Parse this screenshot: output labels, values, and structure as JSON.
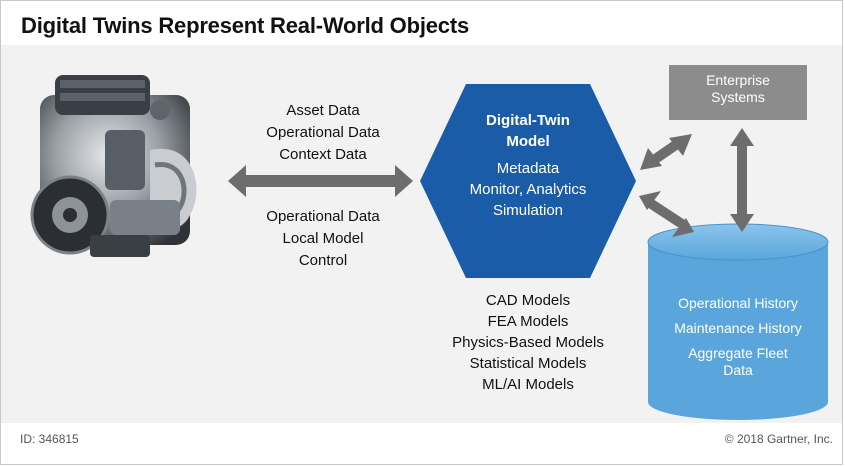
{
  "title": "Digital Twins Represent Real-World Objects",
  "asset_labels": [
    "Asset Data",
    "Operational Data",
    "Context Data"
  ],
  "control_labels": [
    "Operational Data",
    "Local Model",
    "Control"
  ],
  "digital_twin": {
    "title": [
      "Digital-Twin",
      "Model"
    ],
    "lines": [
      "Metadata",
      "Monitor, Analytics",
      "Simulation"
    ]
  },
  "model_types": [
    "CAD Models",
    "FEA Models",
    "Physics-Based Models",
    "Statistical Models",
    "ML/AI Models"
  ],
  "enterprise": [
    "Enterprise",
    "Systems"
  ],
  "database": {
    "lines": [
      "Operational History",
      "Maintenance History"
    ],
    "aggregate": "Aggregate Fleet Data"
  },
  "footer": {
    "id": "ID: 346815",
    "copyright": "© 2018 Gartner, Inc."
  },
  "colors": {
    "hexagon": "#1a5ca8",
    "enterprise_box": "#8c8c8c",
    "database": "#5aa6dc",
    "arrow": "#6d6d6d",
    "panel": "#f2f2f2"
  },
  "engine_image": "engine-photo"
}
